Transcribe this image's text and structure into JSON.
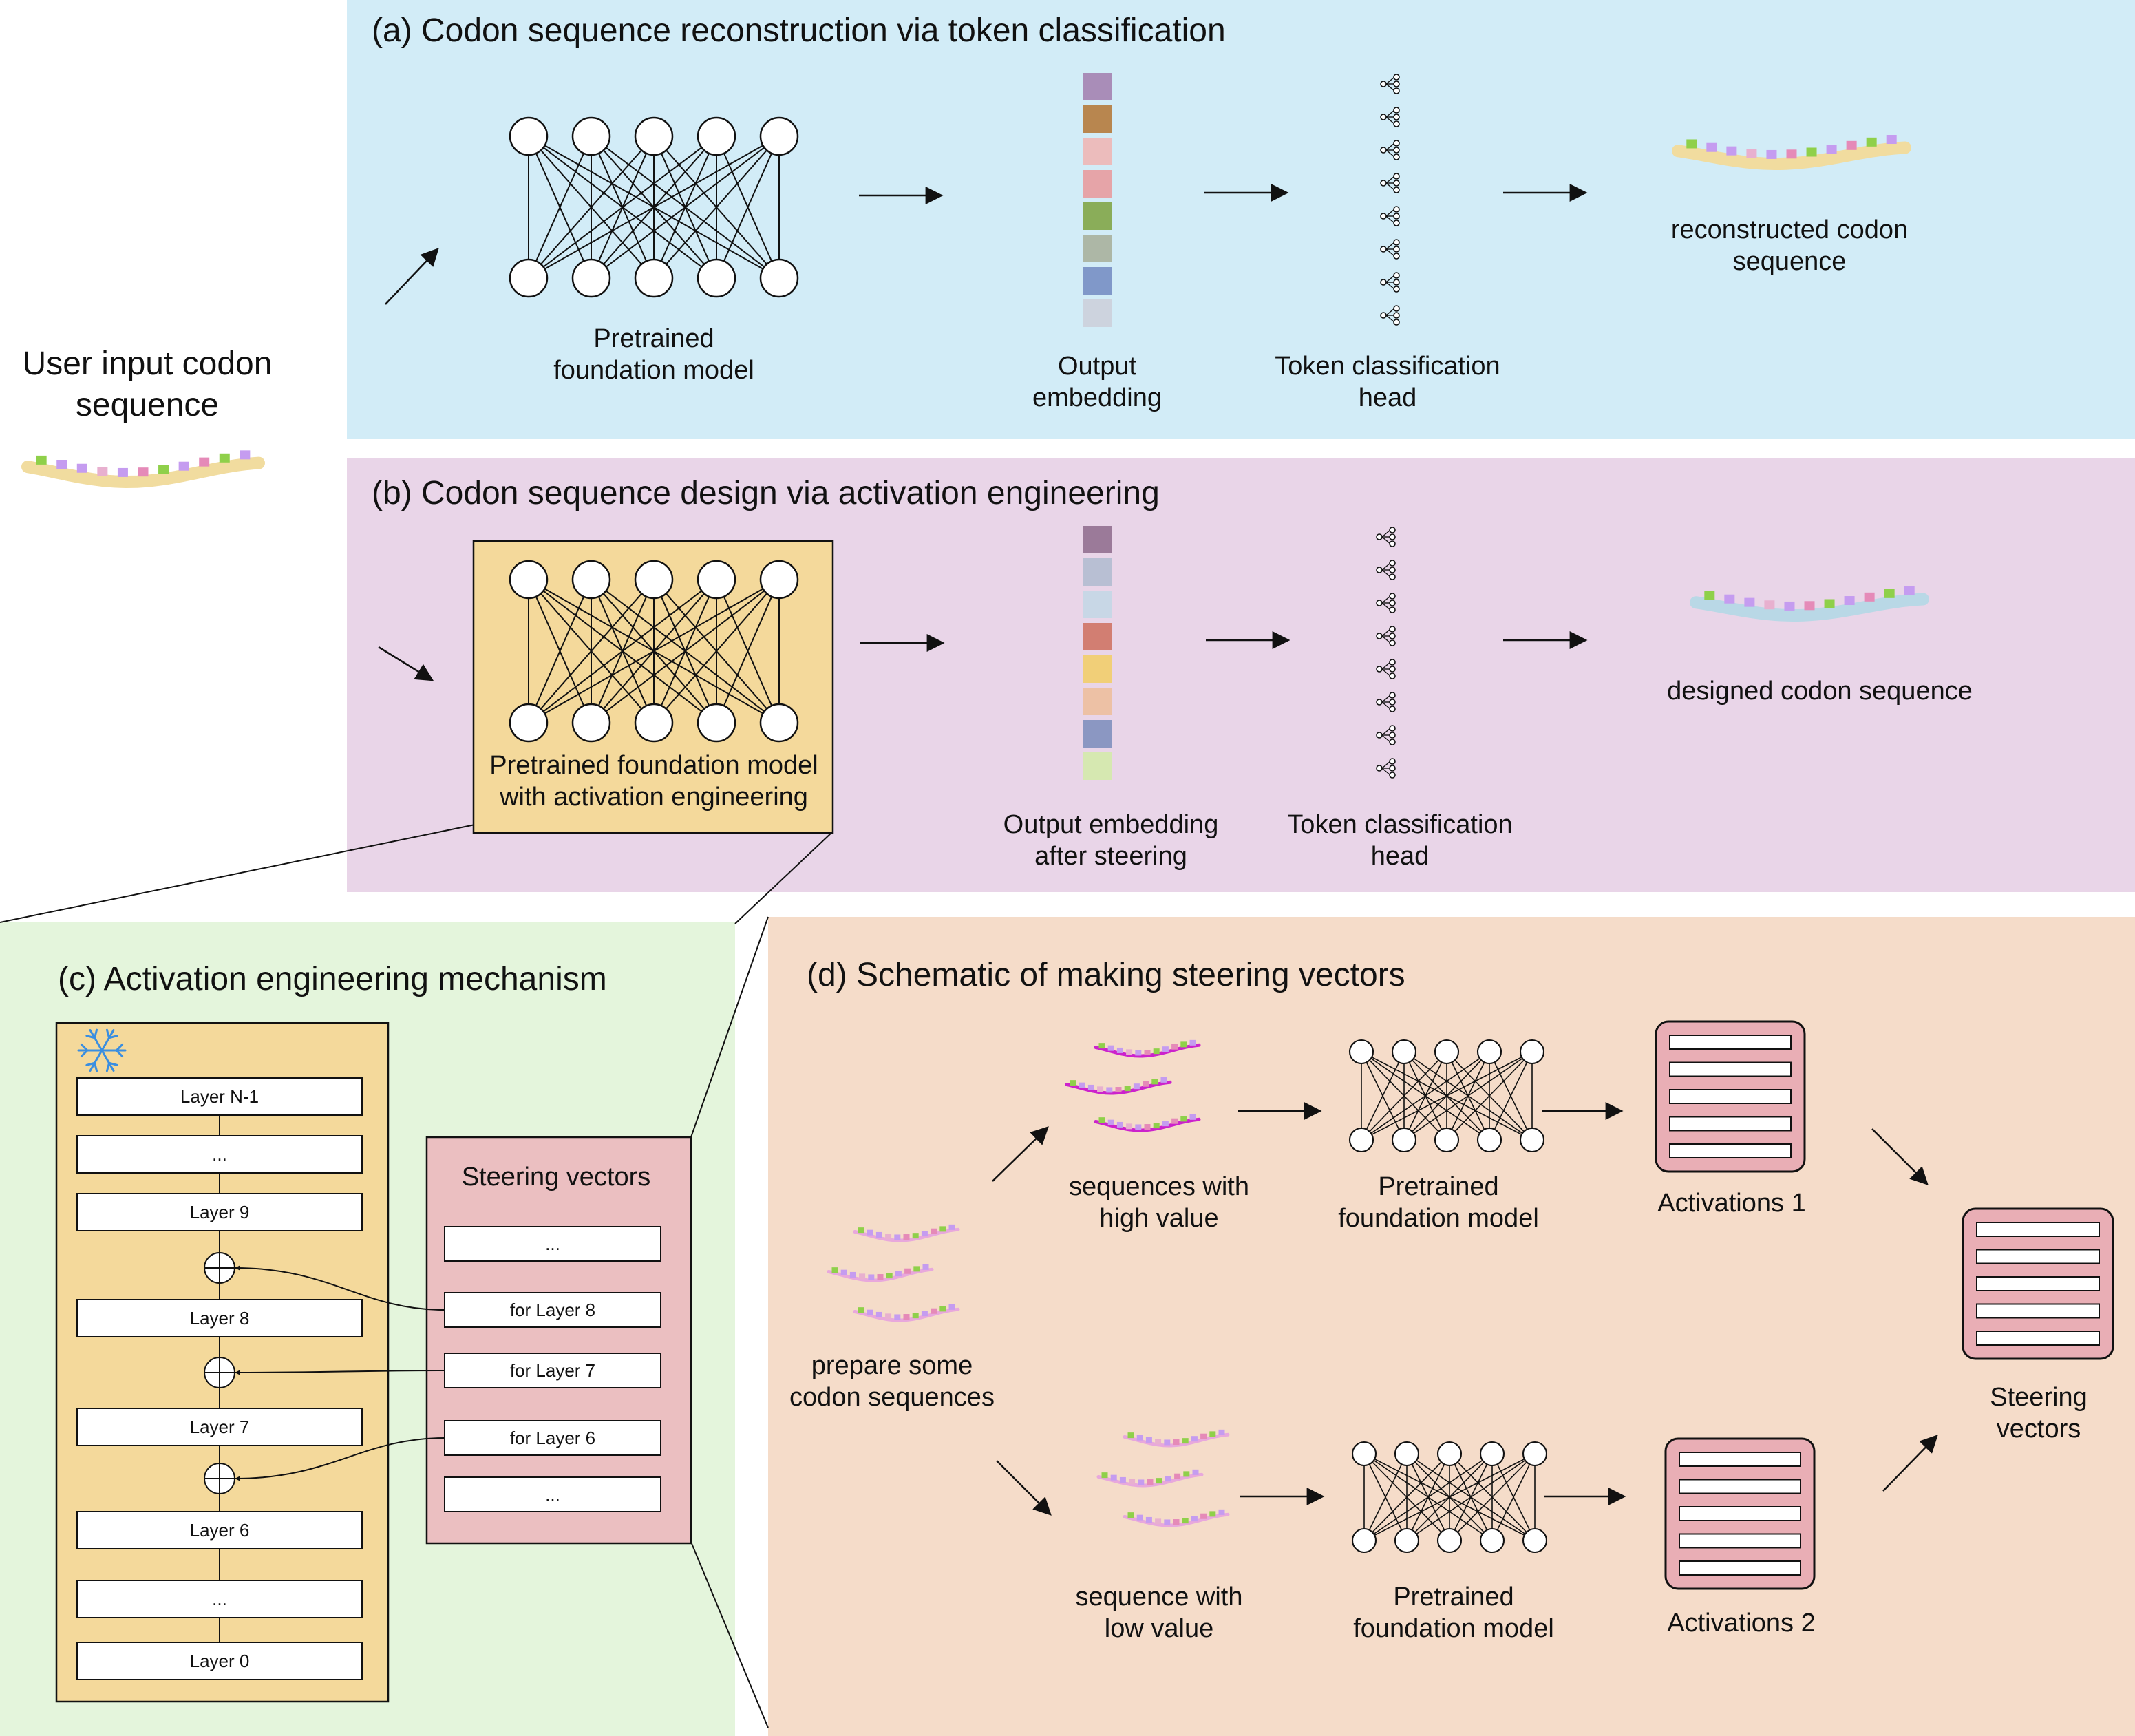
{
  "colors": {
    "panel_a": "#d2ecf7",
    "panel_b": "#e9d5e8",
    "panel_c": "#e4f5dc",
    "panel_d": "#f5dcc9",
    "model_box": "#f4d99b",
    "steer_box": "#ebbfc1",
    "strand_yellow": "#f1dc9f",
    "strand_blue": "#b9d8e6",
    "strand_magenta": "#cc22cc",
    "strand_pink": "#e8a8dc",
    "snowflake": "#3a8ee0",
    "act_box": "#e9aeb5"
  },
  "input": {
    "label_line1": "User input codon",
    "label_line2": "sequence"
  },
  "panel_a": {
    "title": "(a)  Codon sequence reconstruction via token classification",
    "model_line1": "Pretrained",
    "model_line2": "foundation model",
    "embed_line1": "Output",
    "embed_line2": "embedding",
    "head_line1": "Token classification",
    "head_line2": "head",
    "out_line1": "reconstructed codon",
    "out_line2": "sequence",
    "embedding_colors": [
      "#a98db8",
      "#b8864f",
      "#ecbcbc",
      "#e6a4a8",
      "#8aad59",
      "#adb7a6",
      "#8098c9",
      "#cdd3de"
    ]
  },
  "panel_b": {
    "title": "(b)  Codon sequence design via activation engineering",
    "model_line1": "Pretrained foundation model",
    "model_line2": "with activation engineering",
    "embed_line1": "Output embedding",
    "embed_line2": "after steering",
    "head_line1": "Token classification",
    "head_line2": "head",
    "out_line1": "designed codon sequence",
    "embedding_colors": [
      "#9b7a99",
      "#b8bfd3",
      "#c8d7e6",
      "#d27e72",
      "#f1cf78",
      "#edc1a5",
      "#8b97c2",
      "#d6e8b1"
    ]
  },
  "panel_c": {
    "title": "(c) Activation engineering mechanism",
    "layers": [
      "Layer N-1",
      "...",
      "Layer 9",
      "Layer 8",
      "Layer 7",
      "Layer 6",
      "...",
      "Layer 0"
    ],
    "steering_title": "Steering vectors",
    "steering_items": [
      "...",
      "for Layer 8",
      "for Layer 7",
      "for Layer 6",
      "..."
    ]
  },
  "panel_d": {
    "title": "(d) Schematic of making steering vectors",
    "prepare_line1": "prepare some",
    "prepare_line2": "codon sequences",
    "high_line1": "sequences with",
    "high_line2": "high value",
    "low_line1": "sequence with",
    "low_line2": "low value",
    "model_line1": "Pretrained",
    "model_line2": "foundation model",
    "act1": "Activations 1",
    "act2": "Activations 2",
    "steer_line1": "Steering",
    "steer_line2": "vectors"
  }
}
